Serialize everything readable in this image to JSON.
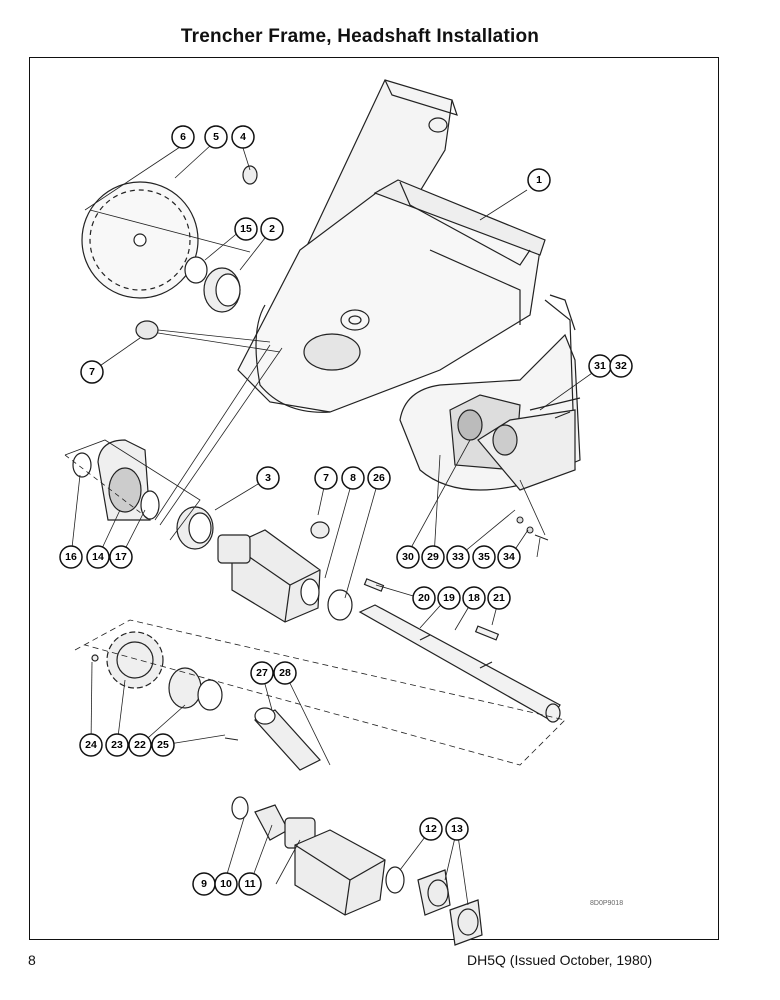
{
  "page": {
    "title": "Trencher Frame, Headshaft Installation",
    "page_number": "8",
    "doc_id": "DH5Q (Issued October, 1980)",
    "drawing_code": "8D0P9018"
  },
  "callouts": [
    "1",
    "2",
    "3",
    "4",
    "5",
    "6",
    "7",
    "7",
    "8",
    "9",
    "10",
    "11",
    "12",
    "13",
    "14",
    "15",
    "16",
    "17",
    "18",
    "19",
    "20",
    "21",
    "22",
    "23",
    "24",
    "25",
    "26",
    "27",
    "28",
    "29",
    "30",
    "31",
    "32",
    "33",
    "34",
    "35"
  ]
}
